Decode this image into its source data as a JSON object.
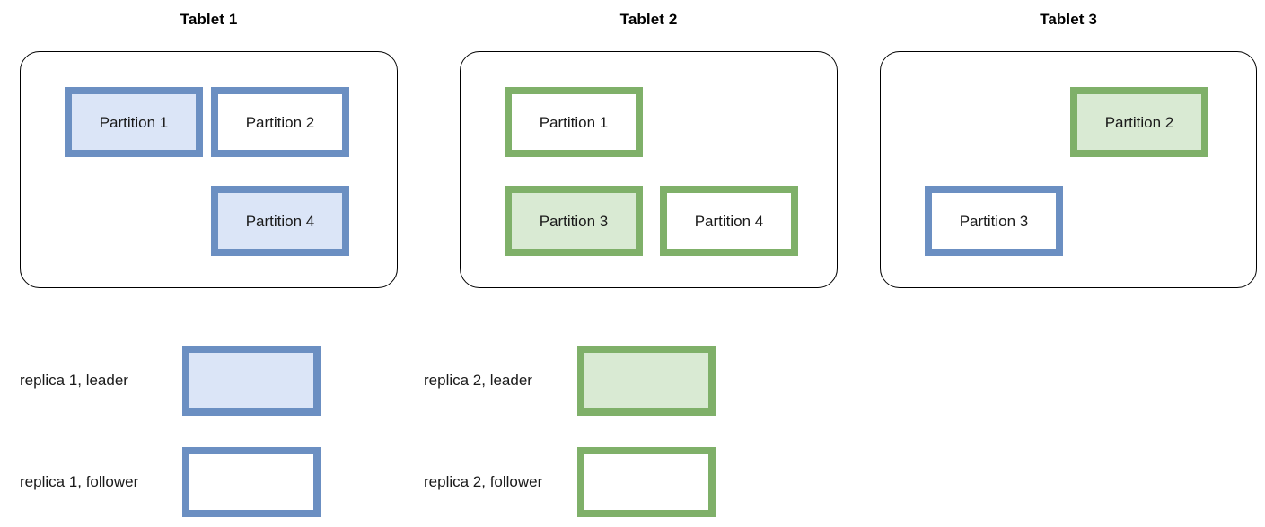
{
  "diagram": {
    "title_style": "bold",
    "colors": {
      "replica1_border": "#6b8fc2",
      "replica1_leader_fill": "#dbe5f7",
      "replica2_border": "#7fb069",
      "replica2_leader_fill": "#d9ead3",
      "follower_fill": "#ffffff",
      "container_border": "#000000",
      "background": "#ffffff"
    }
  },
  "tablets": [
    {
      "title": "Tablet 1",
      "partitions": [
        {
          "label": "Partition 1",
          "replica": "replica 1",
          "role": "leader",
          "col": 0,
          "row": 0
        },
        {
          "label": "Partition 2",
          "replica": "replica 1",
          "role": "follower",
          "col": 1,
          "row": 0
        },
        {
          "label": "Partition 4",
          "replica": "replica 1",
          "role": "leader",
          "col": 1,
          "row": 1
        }
      ]
    },
    {
      "title": "Tablet 2",
      "partitions": [
        {
          "label": "Partition 1",
          "replica": "replica 2",
          "role": "follower",
          "col": 0,
          "row": 0
        },
        {
          "label": "Partition 3",
          "replica": "replica 2",
          "role": "leader",
          "col": 0,
          "row": 1
        },
        {
          "label": "Partition 4",
          "replica": "replica 2",
          "role": "follower",
          "col": 1,
          "row": 1
        }
      ]
    },
    {
      "title": "Tablet 3",
      "partitions": [
        {
          "label": "Partition 2",
          "replica": "replica 2",
          "role": "leader",
          "col": 1,
          "row": 0
        },
        {
          "label": "Partition 3",
          "replica": "replica 1",
          "role": "follower",
          "col": 0,
          "row": 1
        }
      ]
    }
  ],
  "legend": {
    "column1": [
      {
        "label": "replica 1, leader",
        "replica": "replica 1",
        "role": "leader"
      },
      {
        "label": "replica 1, follower",
        "replica": "replica 1",
        "role": "follower"
      }
    ],
    "column2": [
      {
        "label": "replica 2, leader",
        "replica": "replica 2",
        "role": "leader"
      },
      {
        "label": "replica 2, follower",
        "replica": "replica 2",
        "role": "follower"
      }
    ]
  }
}
